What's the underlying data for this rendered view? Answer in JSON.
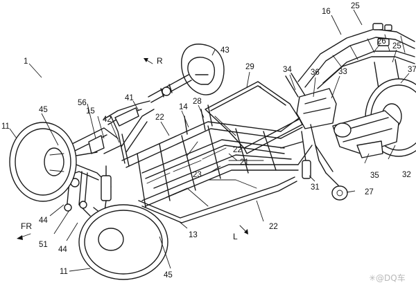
{
  "figure": {
    "subject": "three-wheeled vehicle frame, perspective patent drawing",
    "reference_labels": [
      "1",
      "11",
      "11",
      "13",
      "14",
      "15",
      "16",
      "21",
      "22",
      "22",
      "22",
      "23",
      "25",
      "25",
      "26",
      "27",
      "28",
      "29",
      "31",
      "32",
      "33",
      "34",
      "35",
      "36",
      "37",
      "41",
      "42",
      "43",
      "44",
      "44",
      "45",
      "45",
      "51",
      "56"
    ],
    "direction_labels": {
      "rear": "R",
      "front_right": "FR",
      "left": "L"
    },
    "watermark": "✳@DQ车"
  }
}
